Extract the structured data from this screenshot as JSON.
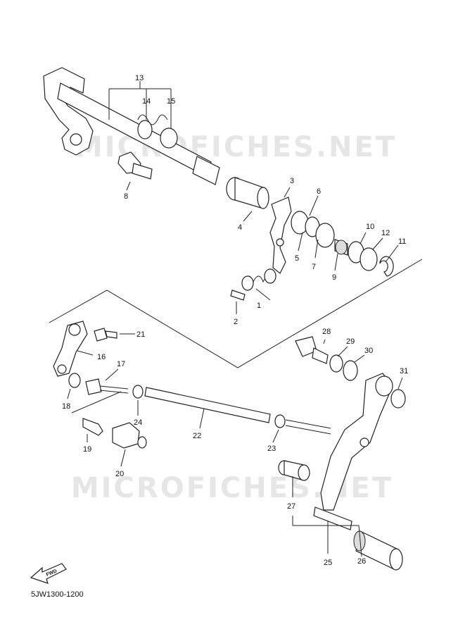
{
  "watermark": "MICROFICHES.NET",
  "diagram_code": "5JW1300-1200",
  "fwd_label": "FWD",
  "part_numbers": [
    "1",
    "2",
    "3",
    "4",
    "5",
    "6",
    "7",
    "8",
    "9",
    "10",
    "11",
    "12",
    "13",
    "14",
    "15",
    "16",
    "17",
    "18",
    "19",
    "20",
    "21",
    "22",
    "23",
    "24",
    "25",
    "26",
    "27",
    "28",
    "29",
    "30",
    "31"
  ]
}
